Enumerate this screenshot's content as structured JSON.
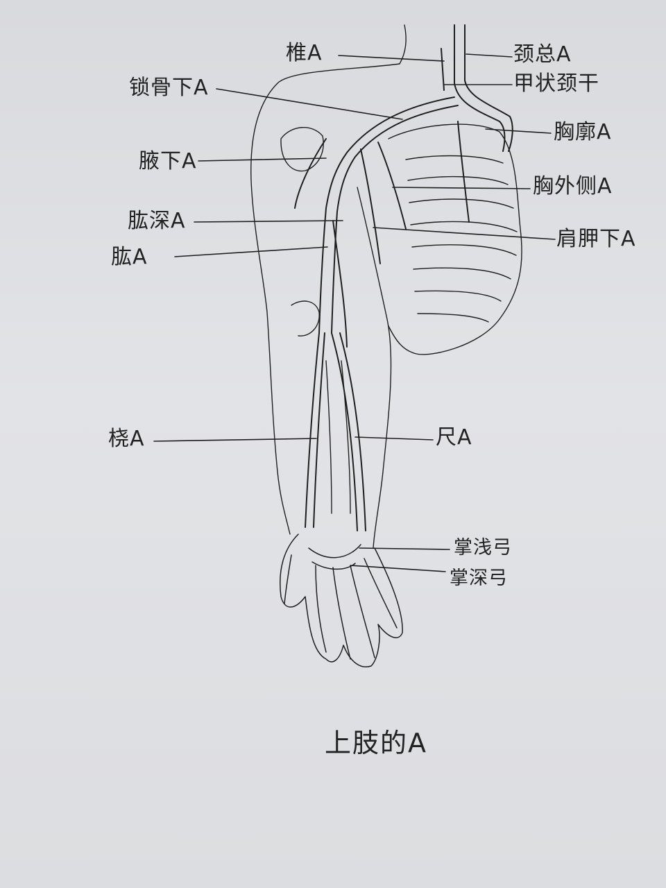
{
  "title": "上肢的A",
  "labels": {
    "vertebral": "椎A",
    "common_carotid": "颈总A",
    "subclavian": "锁骨下A",
    "thyrocervical_trunk": "甲状颈干",
    "internal_thoracic": "胸廓A",
    "axillary": "腋下A",
    "lateral_thoracic": "胸外侧A",
    "deep_brachial": "肱深A",
    "subscapular": "肩胛下A",
    "brachial": "肱A",
    "radial": "桡A",
    "ulnar": "尺A",
    "superficial_palmar_arch": "掌浅弓",
    "deep_palmar_arch": "掌深弓"
  },
  "colors": {
    "ink": "#1e1e1e",
    "paper": "#dedfe2"
  }
}
